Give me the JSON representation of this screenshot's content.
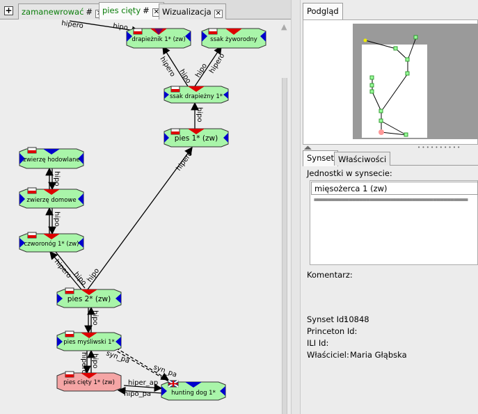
{
  "tabs": [
    {
      "label": "zamanewrować",
      "mark": "#"
    },
    {
      "label": "pies cięty",
      "mark": "#"
    },
    {
      "label": "Wizualizacja"
    }
  ],
  "graph": {
    "nodes": {
      "drapieznik": "drapieżnik 1* (zw)",
      "ssak_zyworodny": "ssak żyworodny",
      "ssak_drapiezny": "ssak drapieżny 1*",
      "pies1": "pies 1* (zw)",
      "zwierze_hodowlane": "zwierzę hodowlane",
      "zwierze_domowe": "zwierzę domowe",
      "czworonog": "czworonóg 1* (zw)",
      "pies2": "pies 2* (zw)",
      "pies_mysliwski": "pies myśliwski 1*",
      "pies_ciety": "pies cięty 1* (zw)",
      "hunting_dog": "hunting dog 1*"
    },
    "edges": {
      "hipero": "hipero",
      "hipo": "hipo",
      "syn_pa": "syn_pa",
      "hiper_ap": "hiper_ap",
      "hipo_pa": "hipo_pa"
    }
  },
  "right_panel": {
    "preview_tab": "Podgląd",
    "tabs": [
      "Synset",
      "Właściwości"
    ],
    "units_label": "Jednostki w synsecie:",
    "unit_selected": "mięsożerca 1 (zw)",
    "unit_separator": "============================================",
    "comment_label": "Komentarz:",
    "synset_id_label": "Synset Id:",
    "synset_id": "10848",
    "princeton_id_label": "Princeton Id:",
    "ili_id_label": "ILI Id:",
    "owner_label": "Właściciel:",
    "owner": "Maria Głąbska"
  },
  "colors": {
    "node_fill": "#a9f5a9",
    "node_highlight": "#f5a5a5",
    "arrow_blue": "#0000cc",
    "arrow_red": "#dd0000",
    "tab_text_green": "#0a7d0a"
  }
}
